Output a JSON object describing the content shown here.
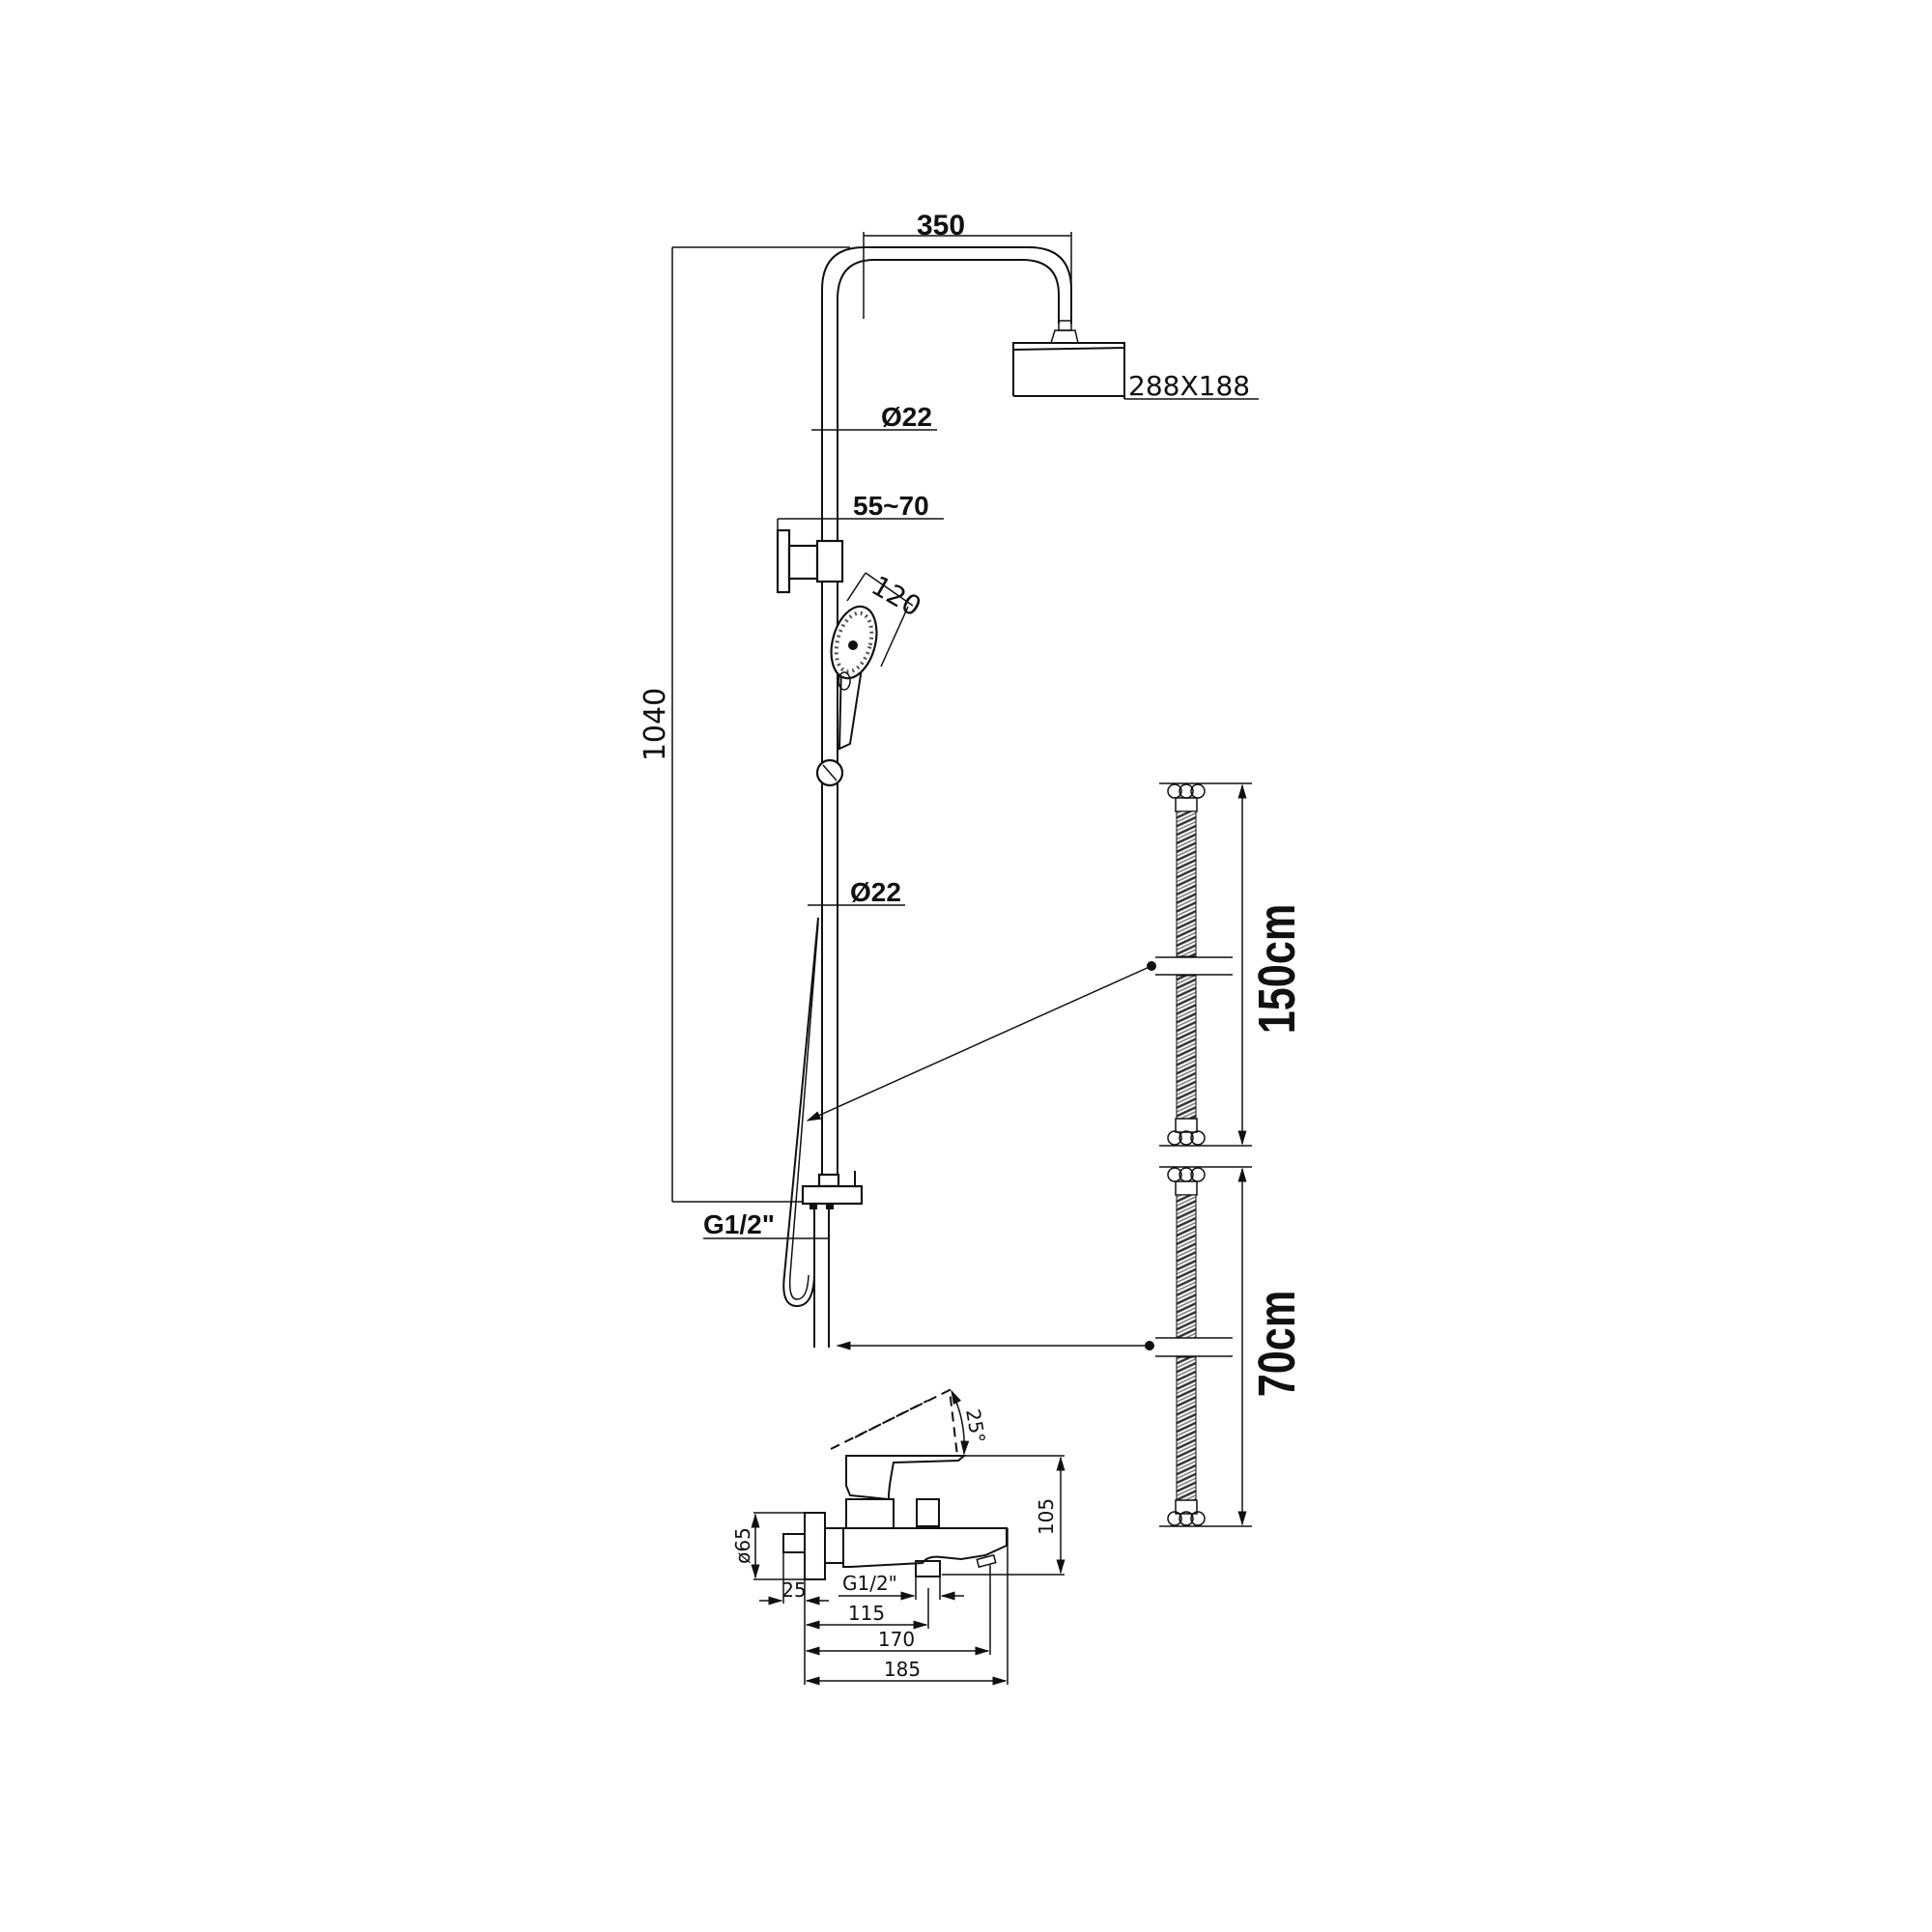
{
  "shower_column": {
    "arm_width": "350",
    "total_height": "1040",
    "head_size": "288X188",
    "pipe_diameter_upper": "Ø22",
    "pipe_diameter_lower": "Ø22",
    "bracket_offset": "55~70",
    "hand_shower_size": "120",
    "inlet_thread": "G1/2\""
  },
  "hoses": {
    "long_hose_length": "150cm",
    "short_hose_length": "70cm"
  },
  "faucet": {
    "lever_angle": "25°",
    "height": "105",
    "flange_diameter": "ø65",
    "wall_depth": "25",
    "outlet_thread": "G1/2\"",
    "outlet_distance": "115",
    "spout_outlet_distance": "170",
    "total_length": "185"
  }
}
